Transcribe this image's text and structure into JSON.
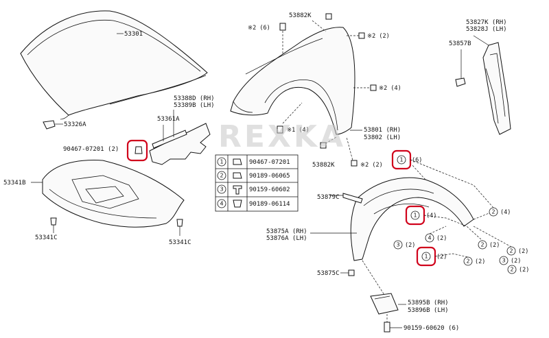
{
  "watermark": "REXKA",
  "colors": {
    "highlight": "#d0021b",
    "line": "#111111",
    "background": "#ffffff"
  },
  "labels": {
    "hood": "53301",
    "hood_clip": "53326A",
    "seal_rh": "53388D (RH)",
    "seal_lh": "53389B (LH)",
    "seal_part": "53361A",
    "clip_left": "90467-07201 (2)",
    "fender_top_clip": "53882K",
    "fender_top_bolt_left": "※2 (6)",
    "fender_top_bolt_right": "※2 (2)",
    "fender_mid_bolt": "※2 (4)",
    "fender_low_bolt": "※1 (4)",
    "fender_rh": "53801 (RH)",
    "fender_lh": "53802 (LH)",
    "fender_bottom_clip": "53882K",
    "fender_bottom_bolt": "※2 (2)",
    "bracket_rh": "53827K (RH)",
    "bracket_lh": "53828J (LH)",
    "bracket_pad": "53857B",
    "undercover": "53341B",
    "undercover_clip_left": "53341C",
    "undercover_clip_right": "53341C",
    "liner_clip_top": "53879C",
    "liner_rh": "53875A (RH)",
    "liner_lh": "53876A (LH)",
    "liner_clip_bottom": "53875C",
    "mudguard_rh": "53895B (RH)",
    "mudguard_lh": "53896B (LH)",
    "mudguard_screw": "90159-60620 (6)",
    "callout_top_right": "(6)",
    "callout_mid": "(4)",
    "callout_low": "(2)",
    "c2_4": "(4)",
    "c4_2": "(2)",
    "c3_2a": "(2)",
    "c2_2a": "(2)",
    "c2_2b": "(2)",
    "c2_2c": "(2)",
    "c2_2d": "(2)",
    "c3_2b": "(2)"
  },
  "legend": {
    "rows": [
      {
        "num": "1",
        "part": "90467-07201"
      },
      {
        "num": "2",
        "part": "90189-06065"
      },
      {
        "num": "3",
        "part": "90159-60602"
      },
      {
        "num": "4",
        "part": "90189-06114"
      }
    ]
  },
  "callout_numbers": {
    "top_right": "1",
    "mid": "1",
    "low": "1",
    "c2_4": "2",
    "c4_2": "4",
    "c3_2a": "3",
    "c2_2a": "2",
    "c2_2b": "2",
    "c2_2c": "2",
    "c2_2d": "2",
    "c3_2b": "3"
  }
}
